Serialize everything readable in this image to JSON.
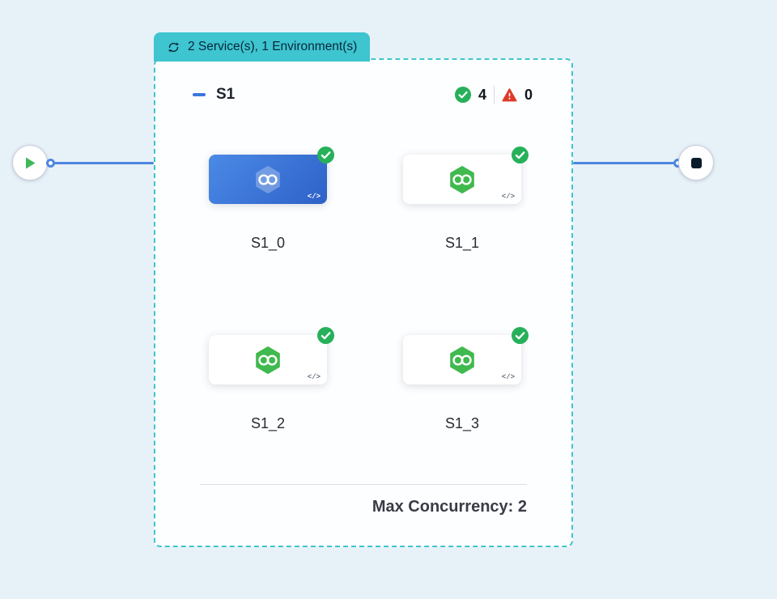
{
  "colors": {
    "bg": "#e7f1f8",
    "accent-teal": "#3ec5cf",
    "connector-blue": "#4d86e0",
    "success-green": "#27b05a",
    "logo-green": "#40b94e",
    "error-red": "#df3a28",
    "selected-blue-start": "#4b8ae6",
    "selected-blue-end": "#2e61c8",
    "text-dark": "#1d242d"
  },
  "badge": {
    "label": "2 Service(s), 1 Environment(s)"
  },
  "group": {
    "title": "S1",
    "success_count": "4",
    "error_count": "0",
    "max_concurrency_label": "Max Concurrency: 2",
    "services": [
      {
        "id": "S1_0",
        "selected": true,
        "status": "success"
      },
      {
        "id": "S1_1",
        "selected": false,
        "status": "success"
      },
      {
        "id": "S1_2",
        "selected": false,
        "status": "success"
      },
      {
        "id": "S1_3",
        "selected": false,
        "status": "success"
      }
    ]
  },
  "icons": {
    "code_label": "</>"
  }
}
